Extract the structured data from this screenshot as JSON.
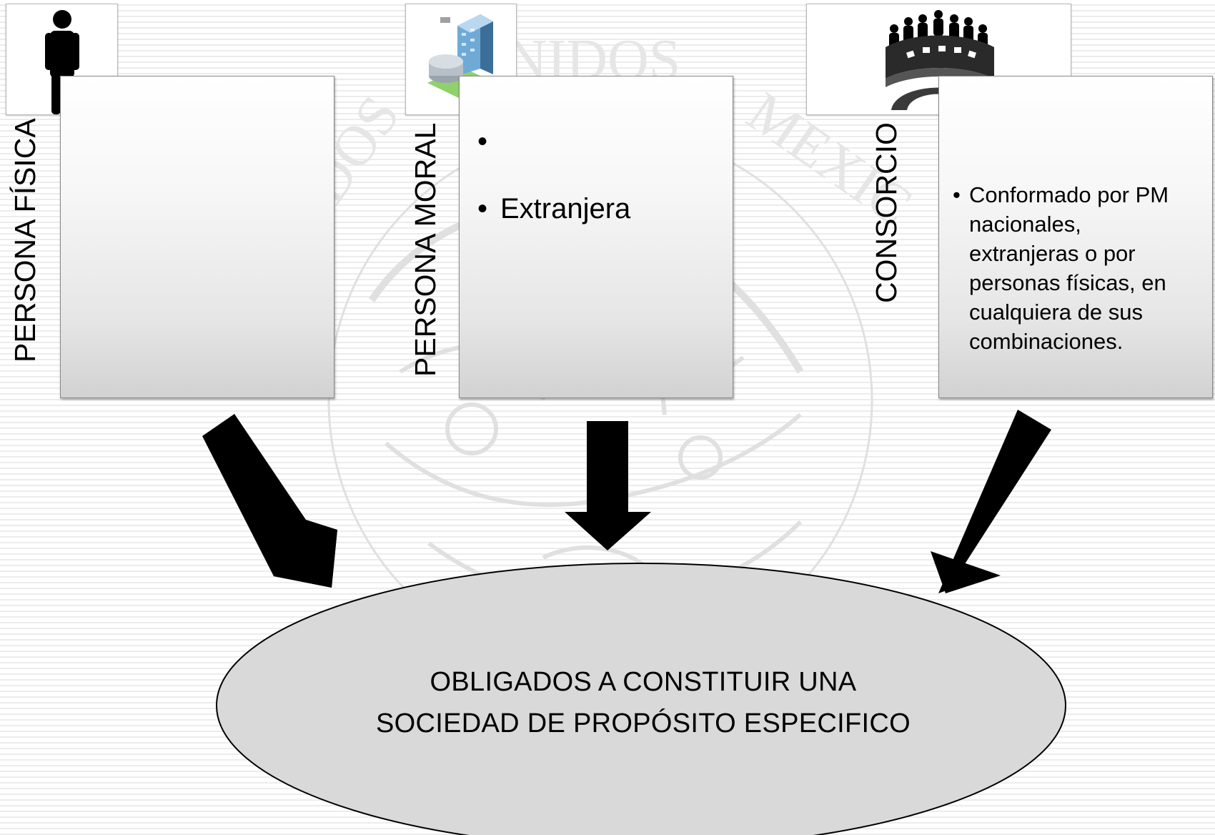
{
  "cards": [
    {
      "id": "persona-fisica",
      "label": "PERSONA FÍSICA",
      "icon": "person-icon",
      "bullets": []
    },
    {
      "id": "persona-moral",
      "label": "PERSONA MORAL",
      "icon": "building-icon",
      "bullets": [
        "",
        "Extranjera"
      ]
    },
    {
      "id": "consorcio",
      "label": "CONSORCIO",
      "icon": "meeting-table-icon",
      "bullets": [
        "Conformado por PM nacionales, extranjeras o por personas físicas, en cualquiera de sus combinaciones."
      ]
    }
  ],
  "result": {
    "line1": "OBLIGADOS A CONSTITUIR UNA",
    "line2": "SOCIEDAD DE PROPÓSITO ESPECIFICO"
  },
  "colors": {
    "arrow": "#000000",
    "ellipse_fill": "#d9d9d9",
    "box_border": "#8a8a8a",
    "watermark": "#e2e2e2"
  }
}
